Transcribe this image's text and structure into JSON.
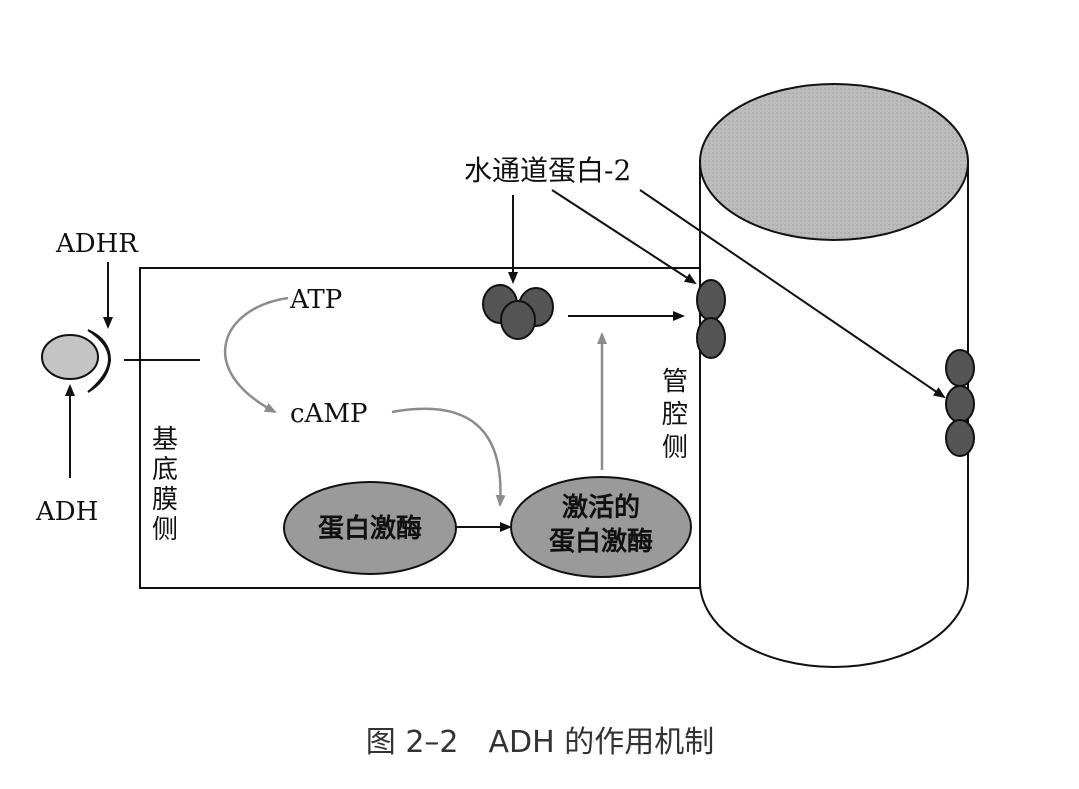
{
  "labels": {
    "adhr": "ADHR",
    "adh": "ADH",
    "atp": "ATP",
    "camp": "cAMP",
    "aqp2": "水通道蛋白-2",
    "basal": [
      "基",
      "底",
      "膜",
      "侧"
    ],
    "luminal": [
      "管",
      "腔",
      "侧"
    ],
    "kinase": "蛋白激酶",
    "active_kinase": [
      "激活的",
      "蛋白激酶"
    ]
  },
  "caption": "图 2–2　ADH 的作用机制",
  "colors": {
    "line": "#111111",
    "gray_arrow": "#8c8c8c",
    "aqp_fill": "#555555",
    "ellipse_fill": "#9a9a9a",
    "tube_top": "#b8b8b8",
    "adh_fill": "#c4c4c4"
  }
}
